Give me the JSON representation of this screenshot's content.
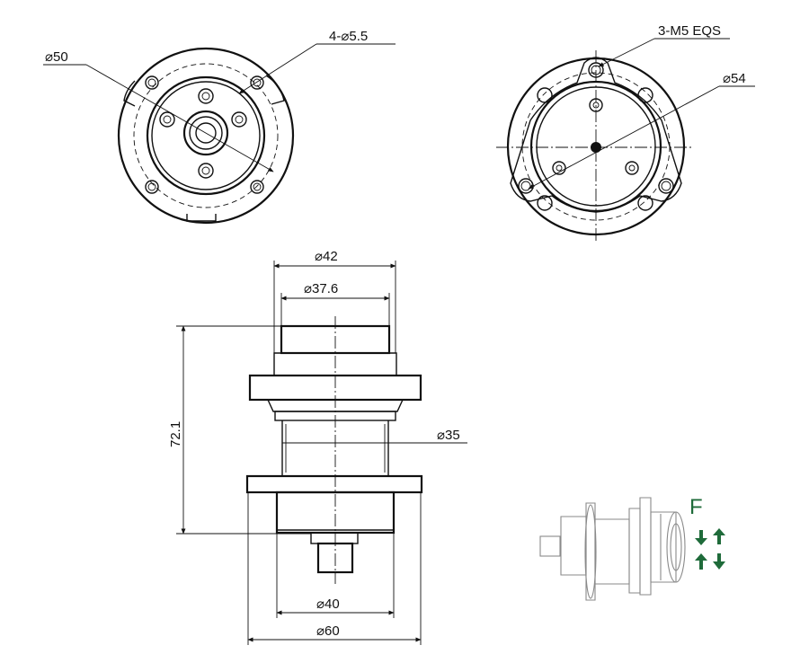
{
  "front_view": {
    "outer_diameter_label": "⌀50",
    "holes_label": "4-⌀5.5"
  },
  "rear_view": {
    "thread_label": "3-M5 EQS",
    "pcd_label": "⌀54"
  },
  "side_view": {
    "top_outer_label": "⌀42",
    "top_inner_label": "⌀37.6",
    "height_label": "72.1",
    "waist_label": "⌀35",
    "bottom_body_label": "⌀40",
    "bottom_flange_label": "⌀60"
  },
  "legend": {
    "force_label": "F"
  },
  "colors": {
    "line": "#111111",
    "force_green": "#1f6b3a",
    "photo_gray": "#8a8a8a"
  }
}
